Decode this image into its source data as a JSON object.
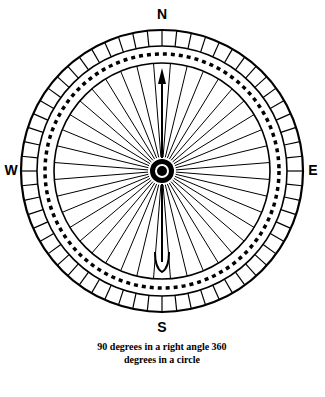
{
  "diagram": {
    "caption": "90 degrees in a right angle 360 degrees in a circle",
    "labels": [
      "N",
      "W",
      "E",
      "S"
    ]
  }
}
